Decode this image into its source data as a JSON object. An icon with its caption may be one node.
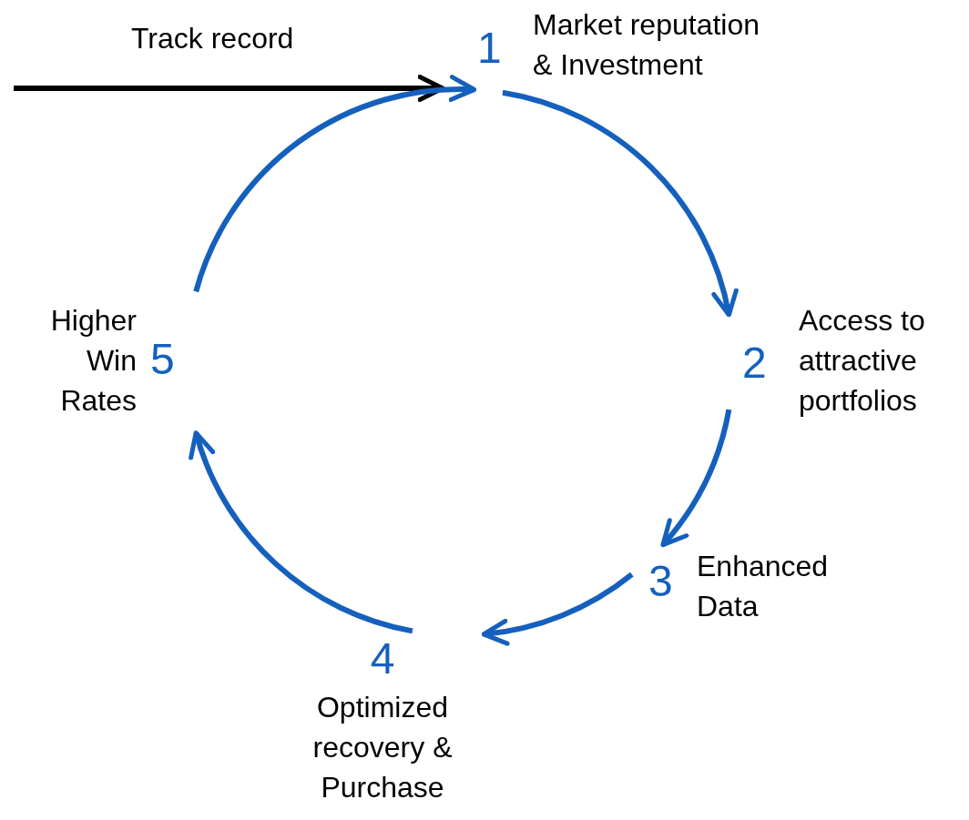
{
  "diagram": {
    "nodes": [
      {
        "text": [
          "1",
          "Market reputation & Investment"
        ]
      },
      {
        "text": [
          "2",
          "Access to attractive portfolios"
        ]
      },
      {
        "text": [
          "3",
          "Enhanced Data"
        ]
      },
      {
        "text": [
          "4",
          "Optimized recovery & Purchase"
        ]
      },
      {
        "text": [
          "Higher Win Rates",
          "5"
        ]
      }
    ],
    "edges": [
      {
        "from": null,
        "to": 0,
        "arrow": "to",
        "label": "Track record",
        "color": "#000000"
      },
      {
        "from": 0,
        "to": 1,
        "arrow": "to"
      },
      {
        "from": 1,
        "to": 2,
        "arrow": "to"
      },
      {
        "from": 2,
        "to": 3,
        "arrow": "to"
      },
      {
        "from": 3,
        "to": 4,
        "arrow": "to"
      },
      {
        "from": 4,
        "to": 0,
        "arrow": "to"
      }
    ]
  }
}
